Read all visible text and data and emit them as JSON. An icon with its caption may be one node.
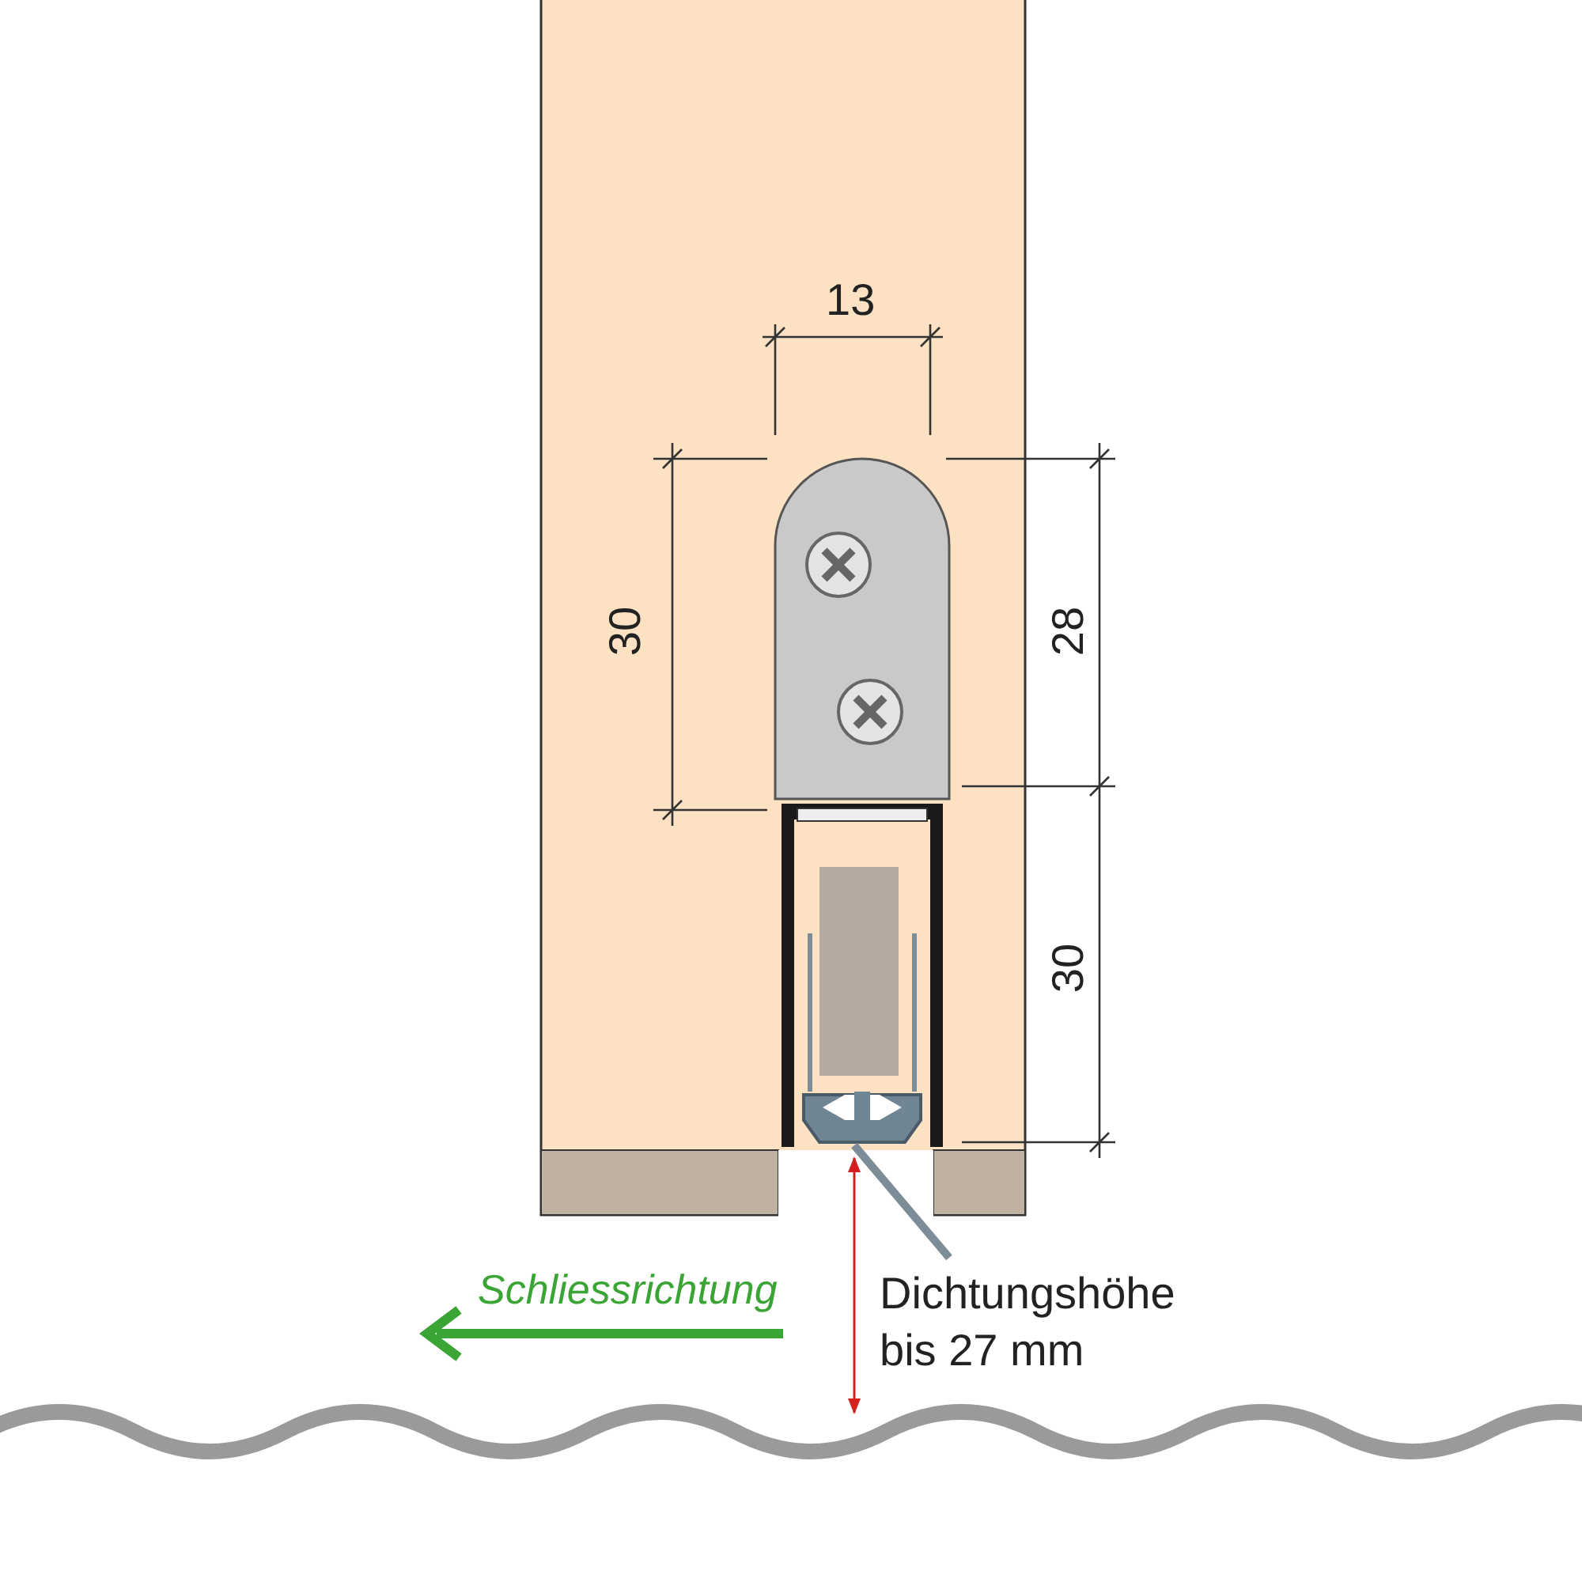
{
  "diagram": {
    "nodes": [
      {
        "text": [],
        "shape": "picture"
      },
      {
        "text": [
          "Dichtungshöhe bis 27 mm"
        ]
      }
    ],
    "edges": [
      {
        "from": 1,
        "to": 0,
        "arrow": "none"
      }
    ],
    "labels": [
      "13",
      "30",
      "28",
      "30",
      "Schliessrichtung"
    ]
  }
}
